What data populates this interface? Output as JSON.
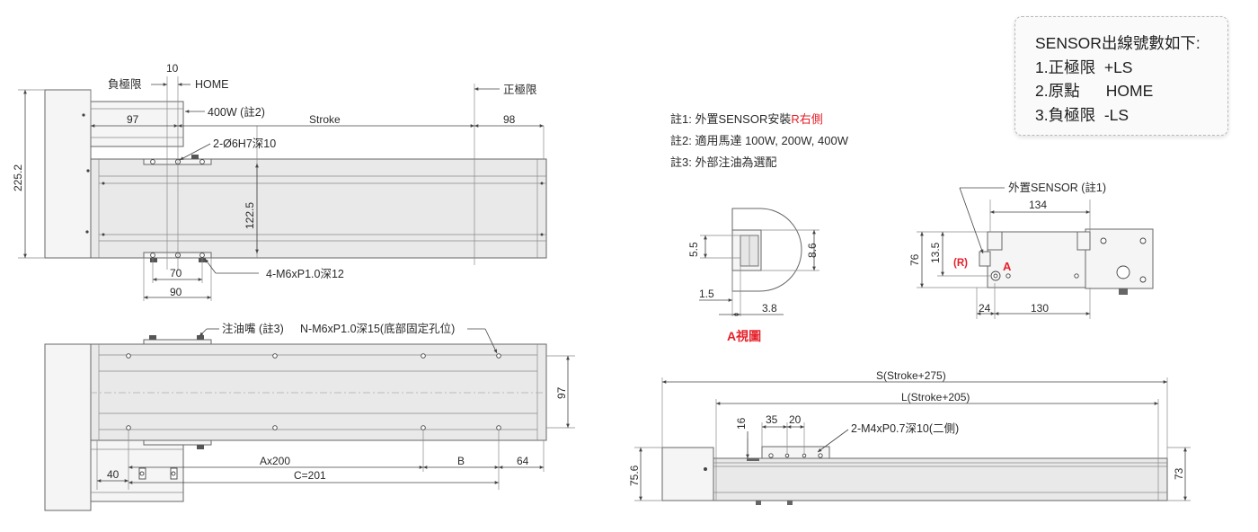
{
  "sensor_box": {
    "title": "SENSOR出線號數如下:",
    "items": [
      {
        "num": "1.",
        "name": "正極限",
        "code": "+LS"
      },
      {
        "num": "2.",
        "name": "原點",
        "code": "HOME"
      },
      {
        "num": "3.",
        "name": "負極限",
        "code": "-LS"
      }
    ]
  },
  "notes": {
    "note1_prefix": "註1: 外置SENSOR安裝",
    "note1_red": "R右側",
    "note2": "註2: 適用馬達 100W, 200W, 400W",
    "note3": "註3: 外部注油為選配"
  },
  "top_view": {
    "neg_limit": "負極限",
    "dim_10": "10",
    "home": "HOME",
    "pos_limit": "正極限",
    "motor_note": "400W (註2)",
    "dim_97": "97",
    "stroke": "Stroke",
    "dim_98": "98",
    "pin_hole": "2-Ø6H7深10",
    "height_225": "225.2",
    "rail_122": "122.5",
    "dim_70": "70",
    "dim_90": "90",
    "tap_holes": "4-M6xP1.0深12"
  },
  "side_view": {
    "oil": "注油嘴 (註3)",
    "bottom_holes": "N-M6xP1.0深15(底部固定孔位)",
    "dim_97": "97",
    "dim_40": "40",
    "a_spacing": "Ax200",
    "b": "B",
    "dim_64": "64",
    "c": "C=201"
  },
  "view_a": {
    "dim_55": "5.5",
    "dim_86": "8.6",
    "dim_15": "1.5",
    "dim_38": "3.8",
    "title": "A視圖"
  },
  "end_view": {
    "ext_sensor": "外置SENSOR (註1)",
    "dim_134": "134",
    "dim_76": "76",
    "dim_135": "13.5",
    "r_label": "(R)",
    "a_label": "A",
    "dim_24": "24",
    "dim_130": "130"
  },
  "front_view": {
    "s_len": "S(Stroke+275)",
    "l_len": "L(Stroke+205)",
    "dim_16": "16",
    "dim_35": "35",
    "dim_20": "20",
    "m4_holes": "2-M4xP0.7深10(二側)",
    "dim_756": "75.6",
    "dim_73": "73"
  },
  "colors": {
    "line": "#444444",
    "body_fill": "#e9e9e9",
    "accent_red": "#e5202a"
  }
}
